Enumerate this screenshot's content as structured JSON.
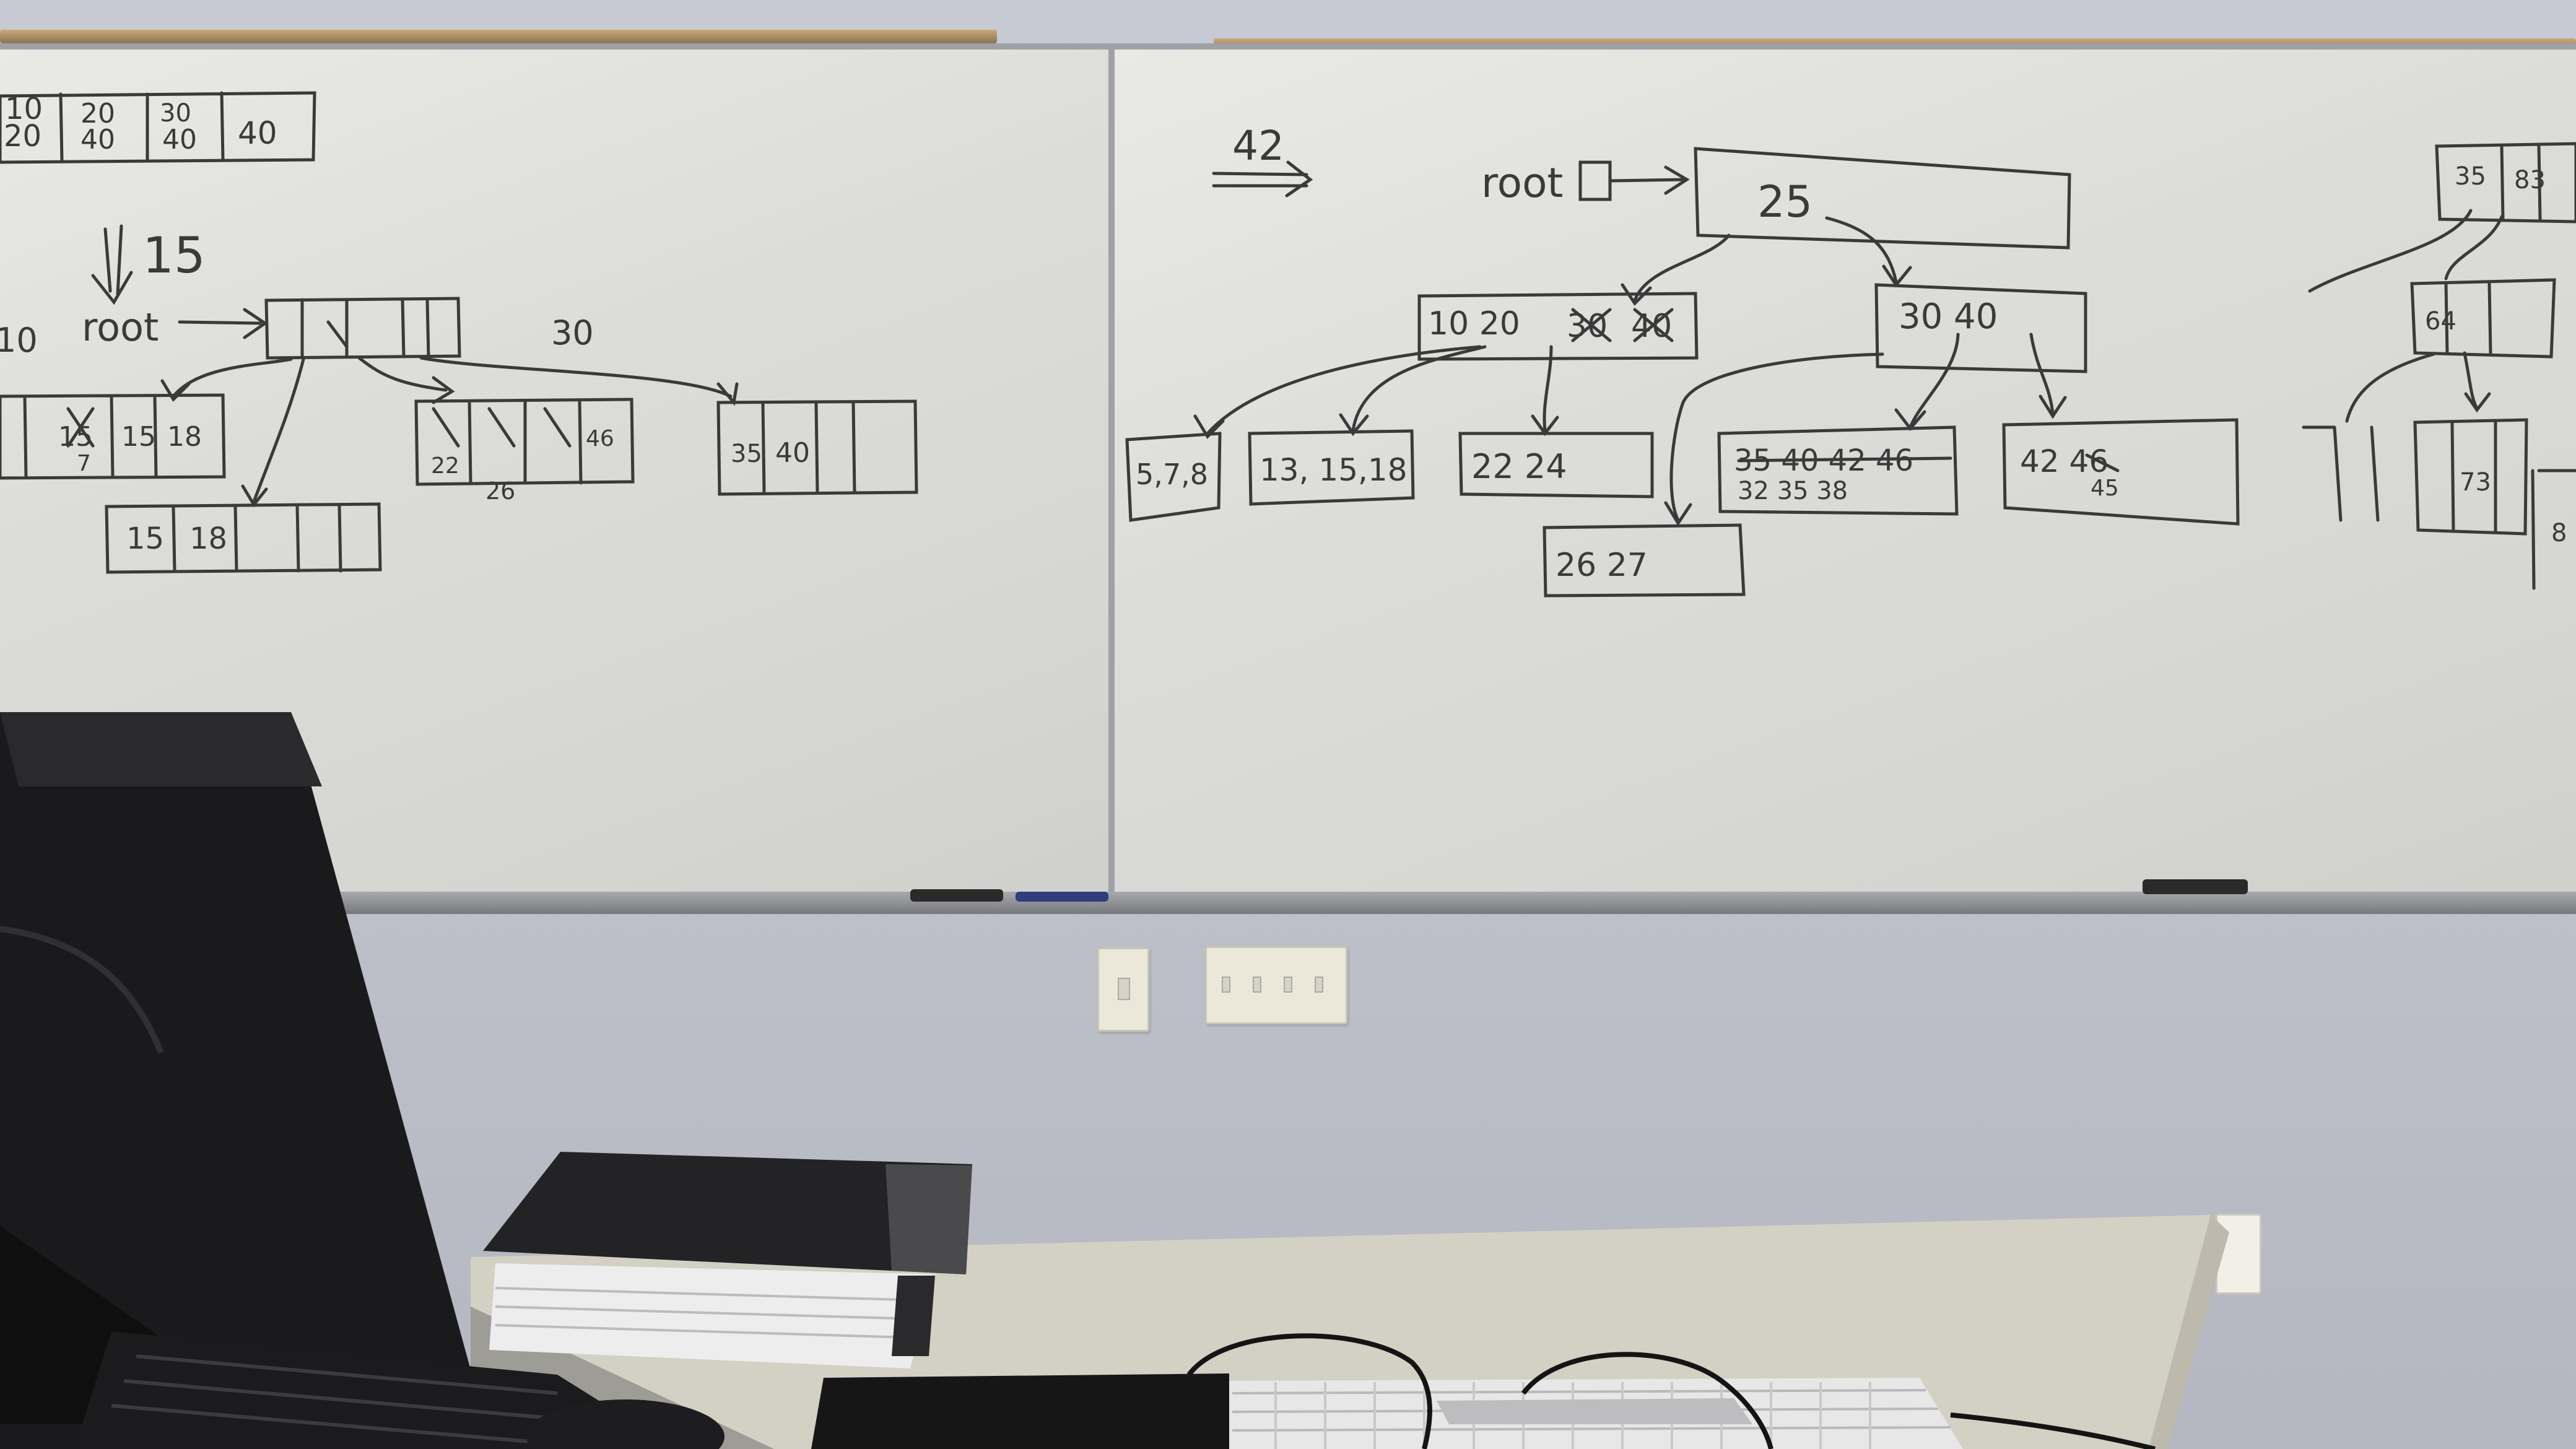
{
  "left_board": {
    "top_row": [
      "10",
      "20",
      "20",
      "40",
      "30",
      "40",
      "40"
    ],
    "insert_label": "15",
    "root_label": "root",
    "left_edge_label": "10",
    "right_label": "30",
    "leaf_a": [
      "15",
      "15",
      "18",
      "7"
    ],
    "leaf_b": [
      "22",
      "26",
      "46"
    ],
    "leaf_c": [
      "35",
      "40"
    ],
    "leaf_d": [
      "15",
      "18"
    ]
  },
  "right_board": {
    "insert_label": "42",
    "root_label": "root",
    "root_node": "25",
    "left_internal": "10  20",
    "left_internal_struck": [
      "30",
      "40"
    ],
    "right_internal": "30   40",
    "leaves": [
      "5,7,8",
      "13, 15,18",
      "22 24",
      "26  27"
    ],
    "leaf_struck_top": "35  40 42 46",
    "leaf_bottom_values": "32  35  38",
    "leaf_right": "42        46",
    "leaf_right_sub": "45",
    "far_right": [
      "35",
      "83",
      "64",
      "73",
      "8"
    ]
  },
  "colors": {
    "ink": "#3a3a3a",
    "whiteboard": "#dedede",
    "wall": "#c3c5cf",
    "desk": "#d3d0c4",
    "monitor": "#1c1c1e",
    "binder": "#232325"
  }
}
